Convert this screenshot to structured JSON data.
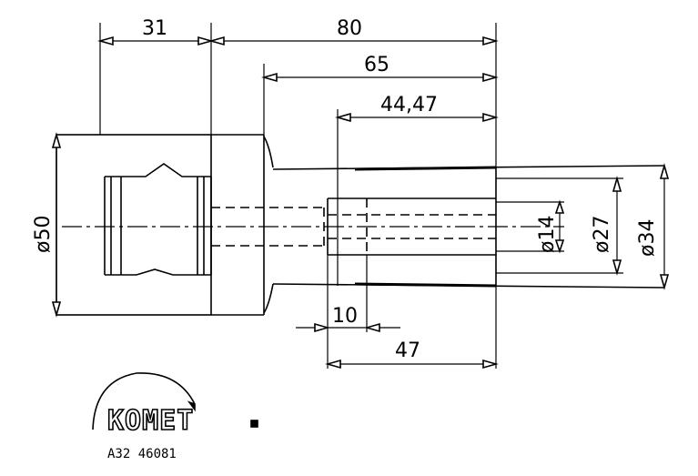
{
  "dimensions": {
    "d31": "31",
    "d80": "80",
    "d65": "65",
    "d44_47": "44,47",
    "d10": "10",
    "d47": "47",
    "dia50": "ø50",
    "dia14": "ø14",
    "dia27": "ø27",
    "dia34": "ø34"
  },
  "logo": {
    "brand": "KOMET",
    "code": "A32  46081"
  }
}
